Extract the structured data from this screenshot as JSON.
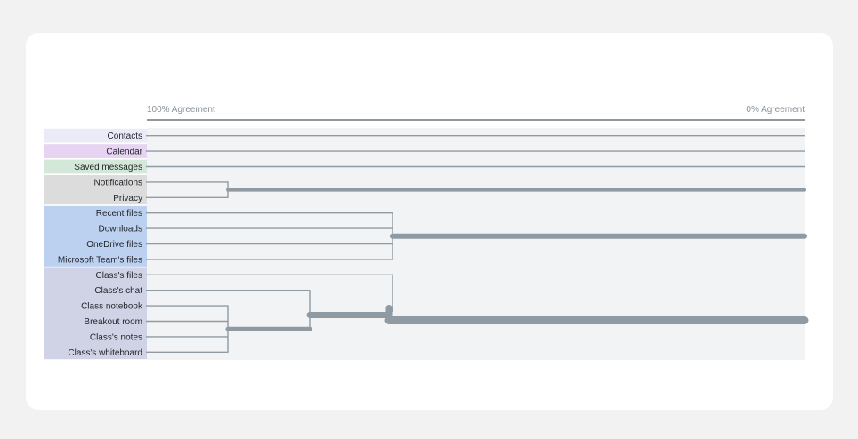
{
  "scale": {
    "left_label": "100% Agreement",
    "right_label": "0% Agreement"
  },
  "colors": {
    "line": "#8f9aa3",
    "plot_bg": "#f2f3f5",
    "axis": "#6b757d"
  },
  "groups": [
    {
      "id": "g1",
      "color": "#ebebf7",
      "items": [
        "Contacts"
      ]
    },
    {
      "id": "g2",
      "color": "#e6d4f2",
      "items": [
        "Calendar"
      ]
    },
    {
      "id": "g3",
      "color": "#d3e8d9",
      "items": [
        "Saved messages"
      ]
    },
    {
      "id": "g4",
      "color": "#dcdcdc",
      "items": [
        "Notifications",
        "Privacy"
      ]
    },
    {
      "id": "g5",
      "color": "#bcd0f0",
      "items": [
        "Recent files",
        "Downloads",
        "OneDrive files",
        "Microsoft Team's files"
      ]
    },
    {
      "id": "g6",
      "color": "#d0d2e6",
      "items": [
        "Class's files",
        "Class's chat",
        "Class notebook",
        "Breakout room",
        "Class's notes",
        "Class's whiteboard"
      ]
    }
  ]
}
